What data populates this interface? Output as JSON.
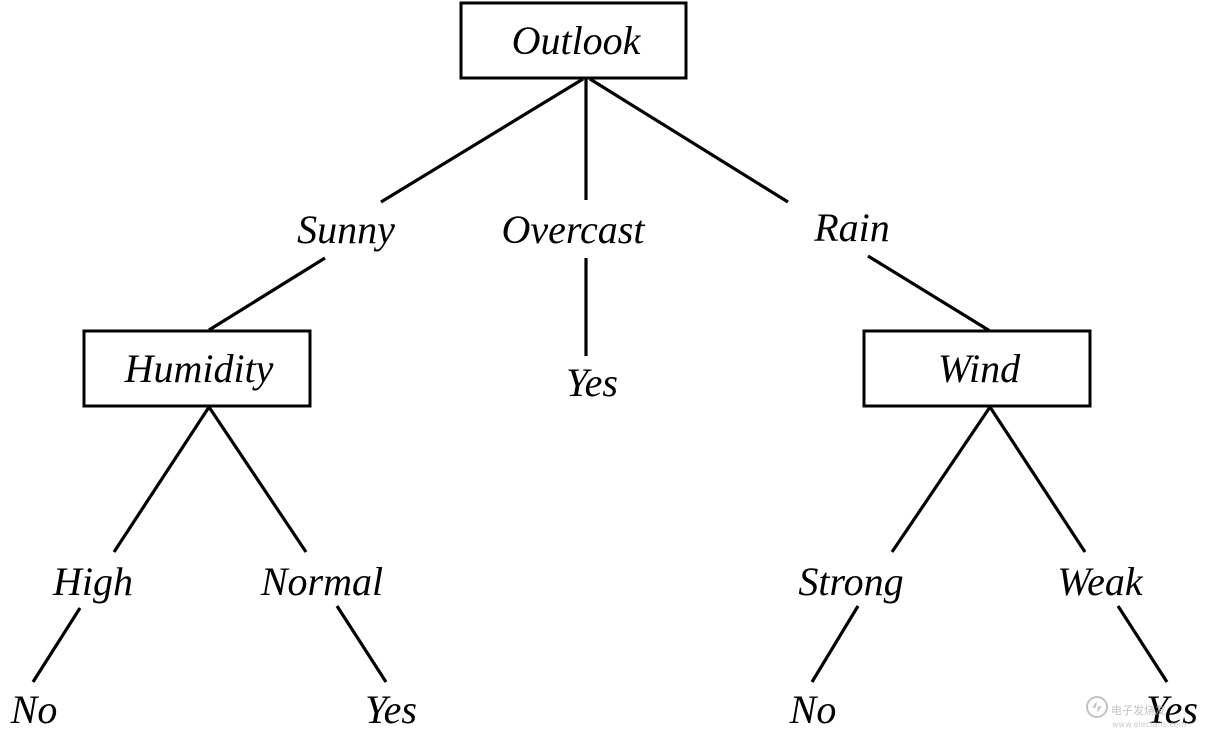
{
  "root": {
    "label": "Outlook"
  },
  "branches": {
    "sunny": "Sunny",
    "overcast": "Overcast",
    "rain": "Rain"
  },
  "humidity": {
    "label": "Humidity",
    "high": "High",
    "normal": "Normal",
    "high_leaf": "No",
    "normal_leaf": "Yes"
  },
  "overcast_leaf": "Yes",
  "wind": {
    "label": "Wind",
    "strong": "Strong",
    "weak": "Weak",
    "strong_leaf": "No",
    "weak_leaf": "Yes"
  },
  "watermark": {
    "text": "电子发烧友",
    "url": "www.elecfans.com",
    "color": "#b8b8b8"
  },
  "colors": {
    "line": "#000000",
    "background": "#ffffff"
  }
}
